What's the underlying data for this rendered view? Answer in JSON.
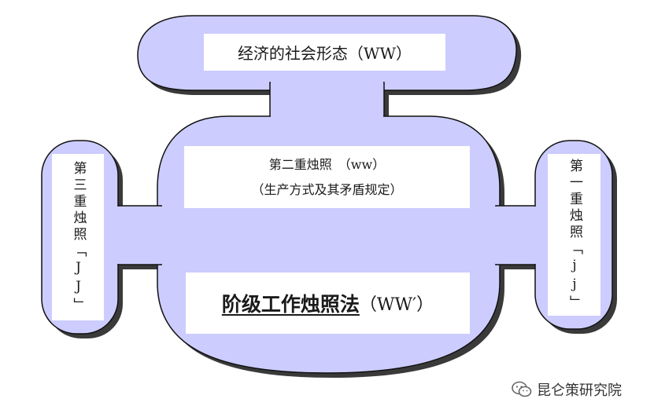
{
  "colors": {
    "shape_fill": "#ccccff",
    "shape_stroke": "#111111",
    "shadow": "#3a3a3a",
    "box_fill": "#ffffff"
  },
  "top_box": {
    "label": "经济的社会形态（WW）"
  },
  "center_box": {
    "title": "第二重烛照　（ww）",
    "subtitle": "（生产方式及其矛盾规定）"
  },
  "method_box": {
    "name": "阶级工作烛照法",
    "suffix": "（WW′）"
  },
  "left_box": {
    "label": "第三重烛照「JJ」"
  },
  "right_box": {
    "label": "第一重烛照「jj」"
  },
  "watermark": {
    "icon": "wechat-icon",
    "text": "昆仑策研究院"
  }
}
